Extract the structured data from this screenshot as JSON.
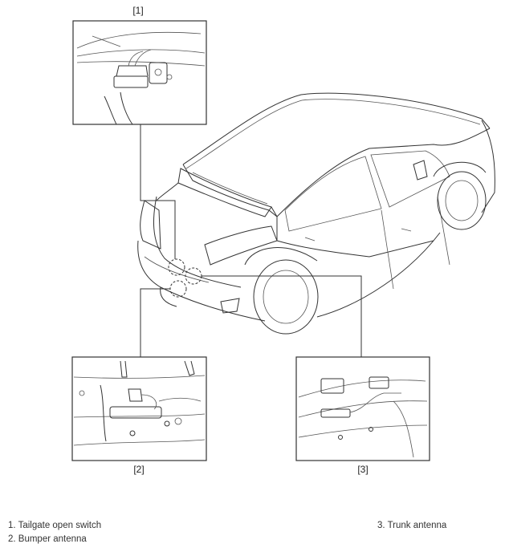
{
  "callouts": {
    "c1": "[1]",
    "c2": "[2]",
    "c3": "[3]"
  },
  "legend": {
    "item1": "1. Tailgate open switch",
    "item2": "2. Bumper antenna",
    "item3": "3. Trunk antenna"
  }
}
